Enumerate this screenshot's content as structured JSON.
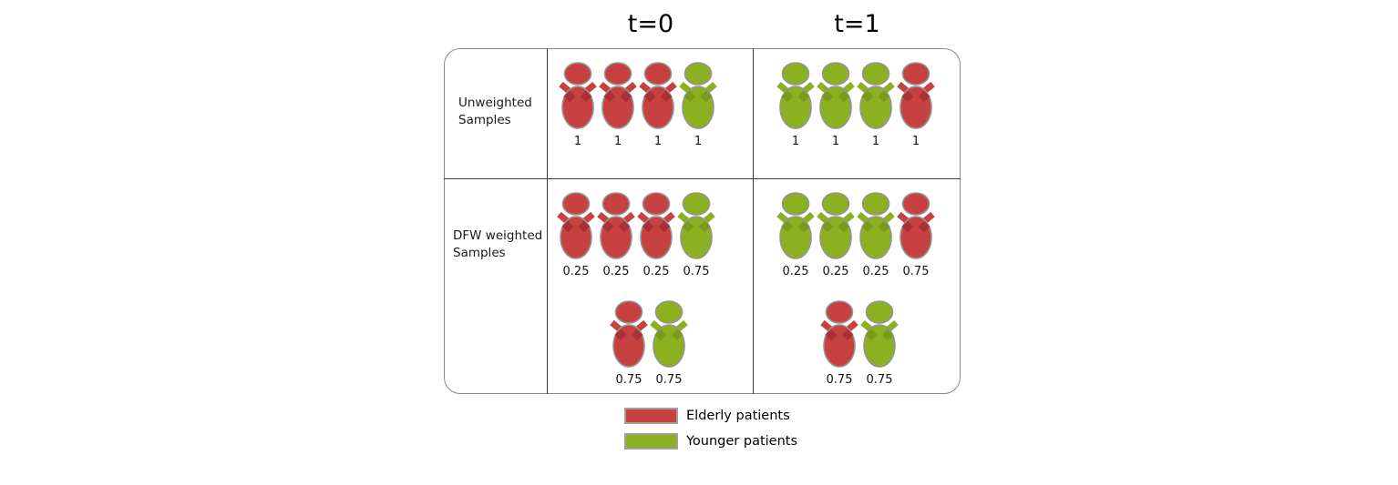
{
  "figure": {
    "column_headers": [
      {
        "id": "t0",
        "label": "t=0"
      },
      {
        "id": "t1",
        "label": "t=1"
      }
    ],
    "row_labels": [
      {
        "line1": "Unweighted",
        "line2": "Samples"
      },
      {
        "line1": "DFW weighted",
        "line2": "Samples"
      }
    ]
  },
  "person_styles": {
    "elderly": {
      "fill": "#c6413f",
      "shade": "#a93136",
      "outline": "#949494"
    },
    "younger": {
      "fill": "#8cb120",
      "shade": "#799b1c",
      "outline": "#949494"
    }
  },
  "groups": {
    "unweighted_t0": {
      "people": [
        {
          "type": "elderly",
          "weight": "1"
        },
        {
          "type": "elderly",
          "weight": "1"
        },
        {
          "type": "elderly",
          "weight": "1"
        },
        {
          "type": "younger",
          "weight": "1"
        }
      ]
    },
    "unweighted_t1": {
      "people": [
        {
          "type": "younger",
          "weight": "1"
        },
        {
          "type": "younger",
          "weight": "1"
        },
        {
          "type": "younger",
          "weight": "1"
        },
        {
          "type": "elderly",
          "weight": "1"
        }
      ]
    },
    "dfw_t0_main": {
      "people": [
        {
          "type": "elderly",
          "weight": "0.25"
        },
        {
          "type": "elderly",
          "weight": "0.25"
        },
        {
          "type": "elderly",
          "weight": "0.25"
        },
        {
          "type": "younger",
          "weight": "0.75"
        }
      ]
    },
    "dfw_t1_main": {
      "people": [
        {
          "type": "younger",
          "weight": "0.25"
        },
        {
          "type": "younger",
          "weight": "0.25"
        },
        {
          "type": "younger",
          "weight": "0.25"
        },
        {
          "type": "elderly",
          "weight": "0.75"
        }
      ]
    },
    "dfw_t0_extra": {
      "people": [
        {
          "type": "elderly",
          "weight": "0.75"
        },
        {
          "type": "younger",
          "weight": "0.75"
        }
      ]
    },
    "dfw_t1_extra": {
      "people": [
        {
          "type": "elderly",
          "weight": "0.75"
        },
        {
          "type": "younger",
          "weight": "0.75"
        }
      ]
    }
  },
  "legend": {
    "items": [
      {
        "label": "Elderly patients",
        "color": "#c6413f"
      },
      {
        "label": "Younger patients",
        "color": "#8cb120"
      }
    ]
  }
}
